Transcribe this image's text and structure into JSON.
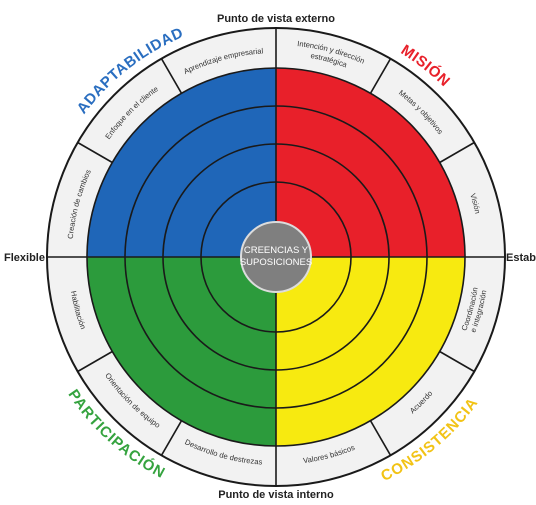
{
  "axes": {
    "top": "Punto de vista externo",
    "bottom": "Punto de vista interno",
    "left": "Flexible",
    "right": "Estable"
  },
  "center": {
    "line1": "CREENCIAS Y",
    "line2": "SUPOSICIONES"
  },
  "quadrants": [
    {
      "key": "adaptabilidad",
      "title": "ADAPTABILIDAD",
      "color": "#1f66b8",
      "title_color": "#2a6ec0"
    },
    {
      "key": "mision",
      "title": "MISIÓN",
      "color": "#e8202a",
      "title_color": "#e8202a"
    },
    {
      "key": "consistencia",
      "title": "CONSISTENCIA",
      "color": "#f7ea10",
      "title_color": "#f2c315"
    },
    {
      "key": "participacion",
      "title": "PARTICIPACIÓN",
      "color": "#2c9b3c",
      "title_color": "#35a33f"
    }
  ],
  "sectors": [
    {
      "key": "intencion",
      "lines": [
        "Intención y dirección",
        "estratégica"
      ]
    },
    {
      "key": "metas",
      "lines": [
        "Metas y objetivos"
      ]
    },
    {
      "key": "vision",
      "lines": [
        "Visión"
      ]
    },
    {
      "key": "coordinacion",
      "lines": [
        "Coordinación",
        "e integración"
      ]
    },
    {
      "key": "acuerdo",
      "lines": [
        "Acuerdo"
      ]
    },
    {
      "key": "valores",
      "lines": [
        "Valores básicos"
      ]
    },
    {
      "key": "desarrollo",
      "lines": [
        "Desarrollo de destrezas"
      ]
    },
    {
      "key": "orientacion",
      "lines": [
        "Orientación de equipo"
      ]
    },
    {
      "key": "habilitacion",
      "lines": [
        "Habilitación"
      ]
    },
    {
      "key": "creacion",
      "lines": [
        "Creación de cambios"
      ]
    },
    {
      "key": "enfoque",
      "lines": [
        "Enfoque en el cliente"
      ]
    },
    {
      "key": "aprendizaje",
      "lines": [
        "Aprendizaje empresarial"
      ]
    }
  ],
  "colors": {
    "ring_background": "#f2f2f2",
    "outline": "#1a1a1a",
    "center_fill": "#7f7f7f",
    "center_stroke": "#dcdcdc"
  }
}
